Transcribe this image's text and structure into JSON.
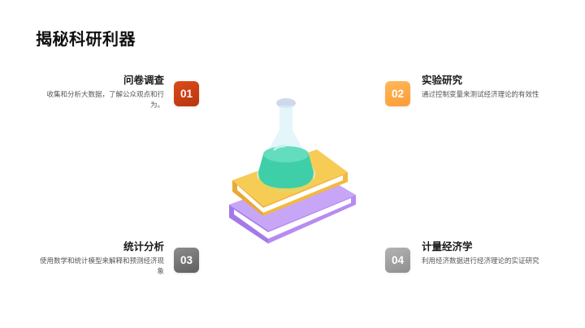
{
  "page": {
    "title": "揭秘科研利器"
  },
  "items": [
    {
      "number": "01",
      "title": "问卷调查",
      "description": "收集和分析大数据，了解公众观点和行为。",
      "badge_color": "#c9400f"
    },
    {
      "number": "02",
      "title": "实验研究",
      "description": "通过控制变量来测试经济理论的有效性",
      "badge_color": "#fea847"
    },
    {
      "number": "03",
      "title": "统计分析",
      "description": "使用数学和统计模型来解释和预测经济现象",
      "badge_color": "#767676"
    },
    {
      "number": "04",
      "title": "计量经济学",
      "description": "利用经济数据进行经济理论的实证研究",
      "badge_color": "#a2a2a2"
    }
  ],
  "illustration": {
    "icon": "flask-on-books-icon",
    "colors": {
      "flask_liquid": "#3ecfa8",
      "book_top": "#f6c344",
      "book_bottom": "#b68cf2",
      "pages": "#ffffff"
    }
  }
}
